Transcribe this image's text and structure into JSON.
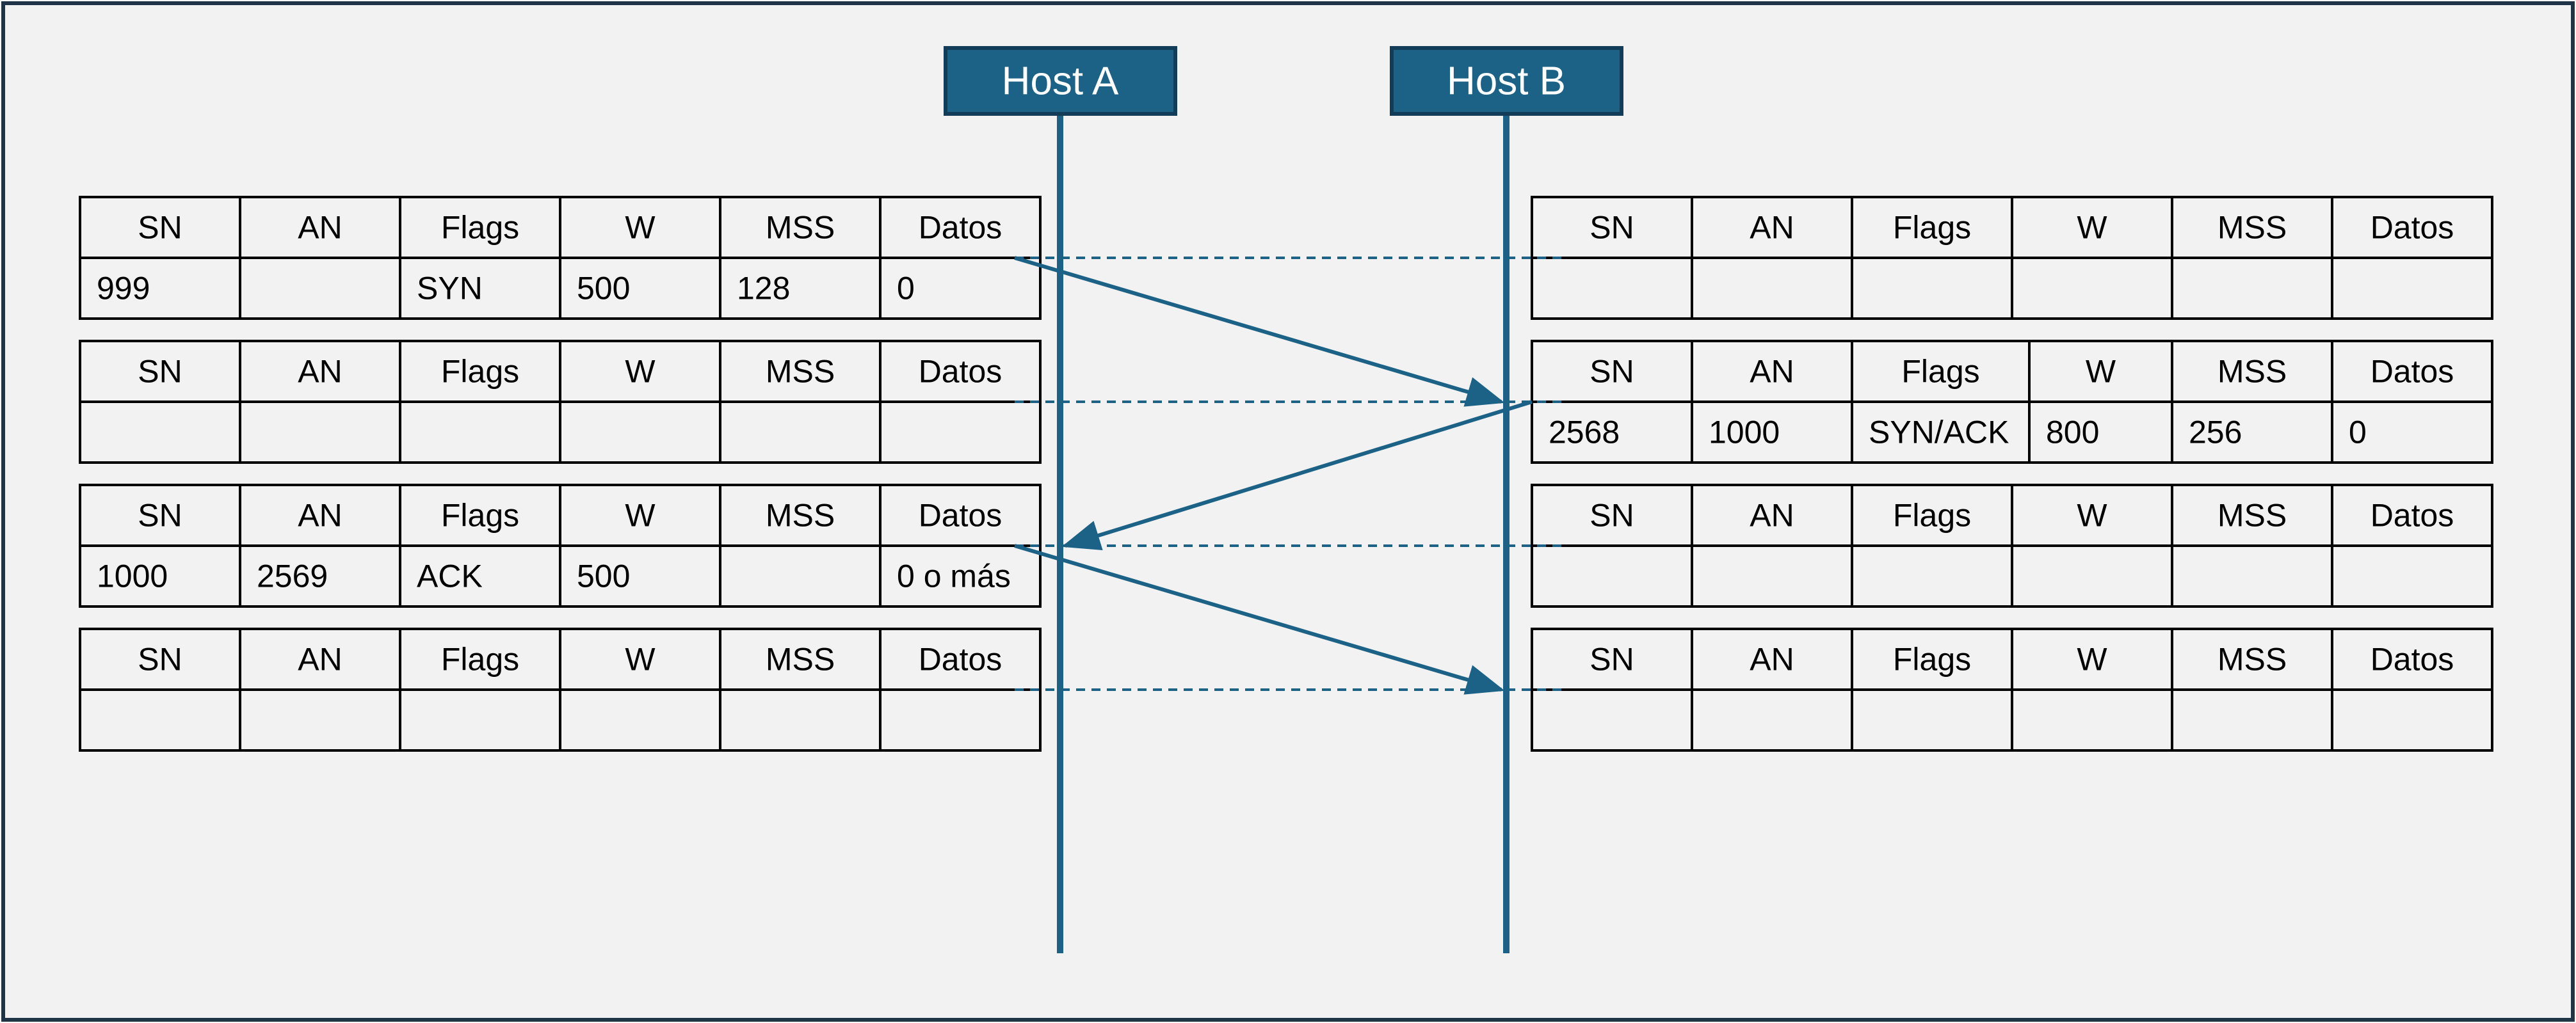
{
  "hosts": {
    "a": "Host A",
    "b": "Host B"
  },
  "headers": [
    "SN",
    "AN",
    "Flags",
    "W",
    "MSS",
    "Datos"
  ],
  "left_tables": [
    {
      "values": [
        "999",
        "",
        "SYN",
        "500",
        "128",
        "0"
      ]
    },
    {
      "values": [
        "",
        "",
        "",
        "",
        "",
        ""
      ]
    },
    {
      "values": [
        "1000",
        "2569",
        "ACK",
        "500",
        "",
        "0 o más"
      ]
    },
    {
      "values": [
        "",
        "",
        "",
        "",
        "",
        ""
      ]
    }
  ],
  "right_tables": [
    {
      "values": [
        "",
        "",
        "",
        "",
        "",
        ""
      ]
    },
    {
      "values": [
        "2568",
        "1000",
        "SYN/ACK",
        "800",
        "256",
        "0"
      ]
    },
    {
      "values": [
        "",
        "",
        "",
        "",
        "",
        ""
      ]
    },
    {
      "values": [
        "",
        "",
        "",
        "",
        "",
        ""
      ]
    }
  ],
  "messages": [
    {
      "from": "Host A",
      "to": "Host B"
    },
    {
      "from": "Host B",
      "to": "Host A"
    },
    {
      "from": "Host A",
      "to": "Host B"
    }
  ],
  "colors": {
    "background": "#f2f2f2",
    "frame": "#1f3447",
    "host_box": "#1b6286",
    "host_border": "#123c57",
    "line": "#1b6286",
    "table_border": "#000000"
  }
}
